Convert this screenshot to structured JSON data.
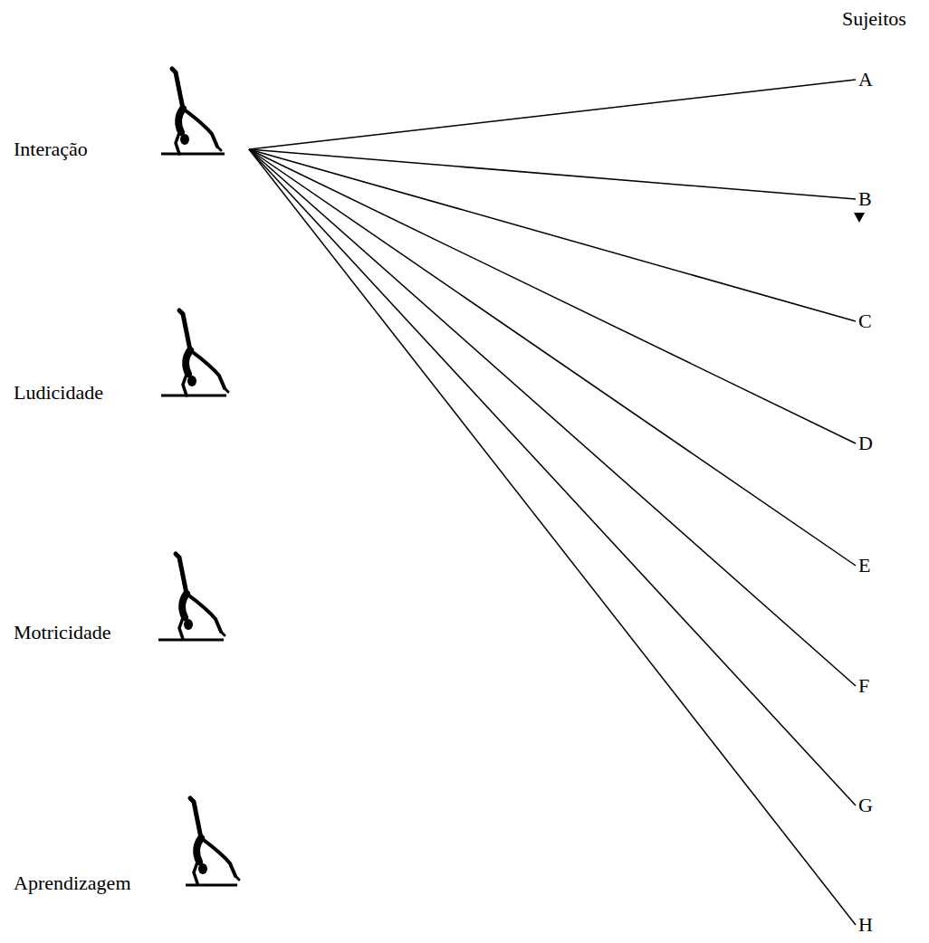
{
  "diagram": {
    "nodes": [
      {
        "text": [
          "Interação"
        ]
      },
      {
        "text": [
          "Ludicidade"
        ]
      },
      {
        "text": [
          "Motricidade"
        ]
      },
      {
        "text": [
          "Aprendizagem"
        ]
      },
      {
        "text": [
          "A"
        ]
      },
      {
        "text": [
          "B"
        ]
      },
      {
        "text": [
          "C"
        ]
      },
      {
        "text": [
          "D"
        ]
      },
      {
        "text": [
          "E"
        ]
      },
      {
        "text": [
          "F"
        ]
      },
      {
        "text": [
          "G"
        ]
      },
      {
        "text": [
          "H"
        ]
      }
    ],
    "edges": [
      {
        "from": 0,
        "to": 4,
        "arrow": "none"
      },
      {
        "from": 0,
        "to": 5,
        "arrow": "none"
      },
      {
        "from": 0,
        "to": 6,
        "arrow": "none"
      },
      {
        "from": 0,
        "to": 7,
        "arrow": "none"
      },
      {
        "from": 0,
        "to": 8,
        "arrow": "none"
      },
      {
        "from": 0,
        "to": 9,
        "arrow": "none"
      },
      {
        "from": 0,
        "to": 10,
        "arrow": "none"
      },
      {
        "from": 0,
        "to": 11,
        "arrow": "none"
      }
    ],
    "labels": [
      "Sujeitos"
    ]
  }
}
